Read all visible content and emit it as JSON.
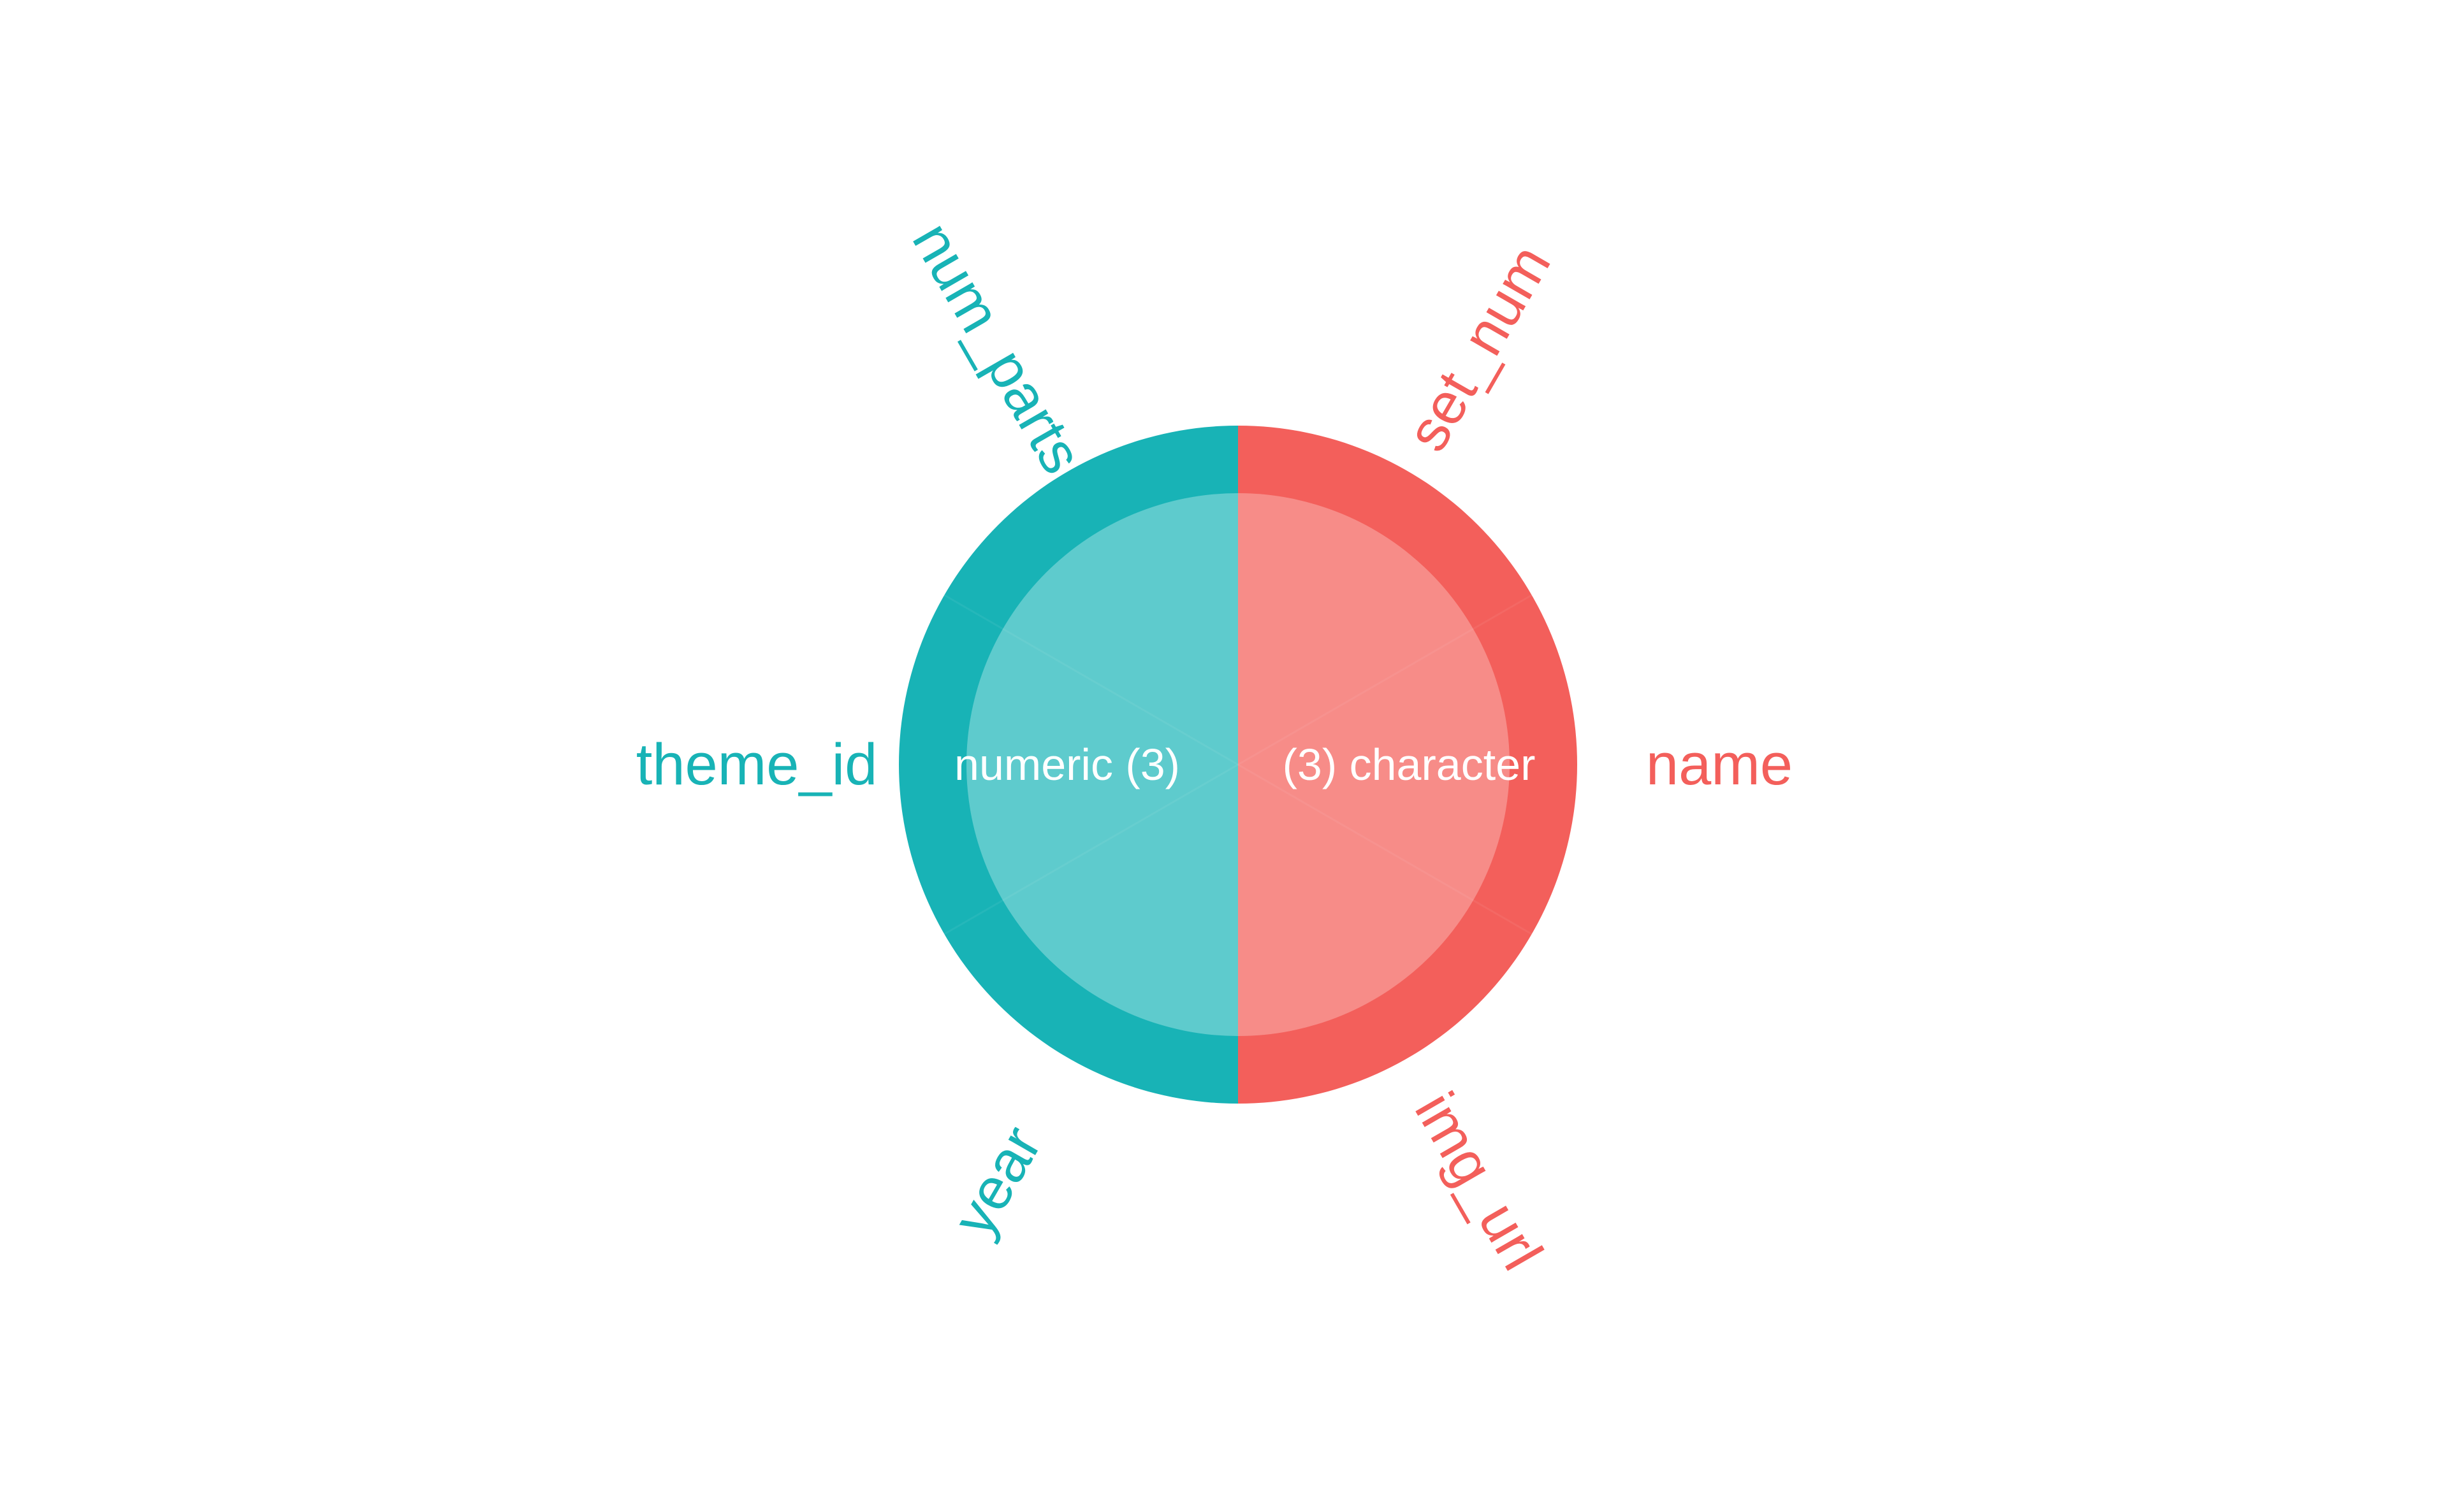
{
  "chart_data": {
    "type": "pie",
    "groups": [
      {
        "label": "(3) character",
        "type": "character",
        "count": 3,
        "color": "#F35F5B",
        "inner_color": "#F78C88",
        "side": "right",
        "columns": [
          "set_num",
          "name",
          "img_url"
        ]
      },
      {
        "label": "numeric (3)",
        "type": "numeric",
        "count": 3,
        "color": "#18B3B6",
        "inner_color": "#5ECBCD",
        "side": "left",
        "columns": [
          "year",
          "theme_id",
          "num_parts"
        ]
      }
    ],
    "columns": [
      {
        "name": "set_num",
        "type": "character"
      },
      {
        "name": "name",
        "type": "character"
      },
      {
        "name": "img_url",
        "type": "character"
      },
      {
        "name": "year",
        "type": "numeric"
      },
      {
        "name": "theme_id",
        "type": "numeric"
      },
      {
        "name": "num_parts",
        "type": "numeric"
      }
    ],
    "legend": "none",
    "grid": false
  }
}
